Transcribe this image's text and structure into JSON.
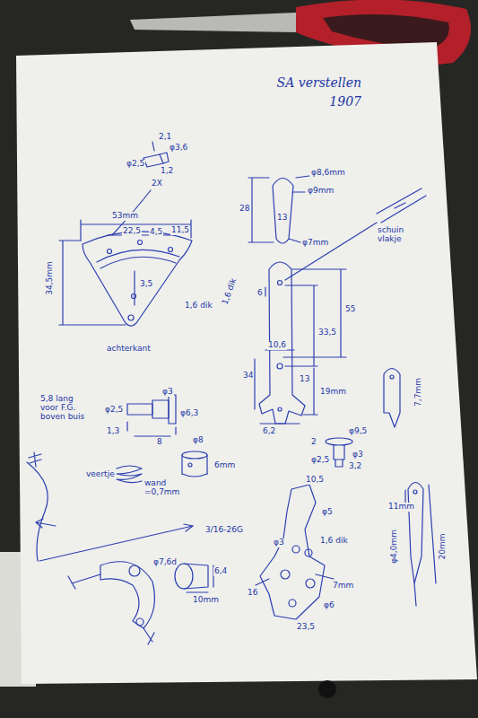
{
  "diagram": {
    "title": "SA verstellen 1907",
    "labels": [
      "2,1",
      "φ3,6",
      "φ2,5",
      "1,2",
      "2X",
      "53mm",
      "22,5",
      "4,5",
      "11,5",
      "34,5mm",
      "3,5",
      "1,6 dik",
      "achterkant",
      "φ8,6mm",
      "φ9mm",
      "28",
      "13",
      "φ7mm",
      "schuin vlakje",
      "1,6 dik",
      "6",
      "55",
      "33,5",
      "10,6",
      "34",
      "13",
      "19mm",
      "6,2",
      "7,7mm",
      "φ3",
      "φ2,5",
      "φ6,3",
      "1,3",
      "8",
      "5,8 lang voor F.G. boven buis",
      "φ8",
      "veertje",
      "wand =0,7mm",
      "6mm",
      "φ9,5",
      "2",
      "φ3",
      "φ2,5",
      "3,2",
      "3/16-26G",
      "φ7,6d",
      "6,4",
      "10mm",
      "10,5",
      "φ5",
      "φ3",
      "1,6 dik",
      "16",
      "7mm",
      "φ6",
      "23,5",
      "11mm",
      "φ4,0mm",
      "20mm"
    ]
  }
}
